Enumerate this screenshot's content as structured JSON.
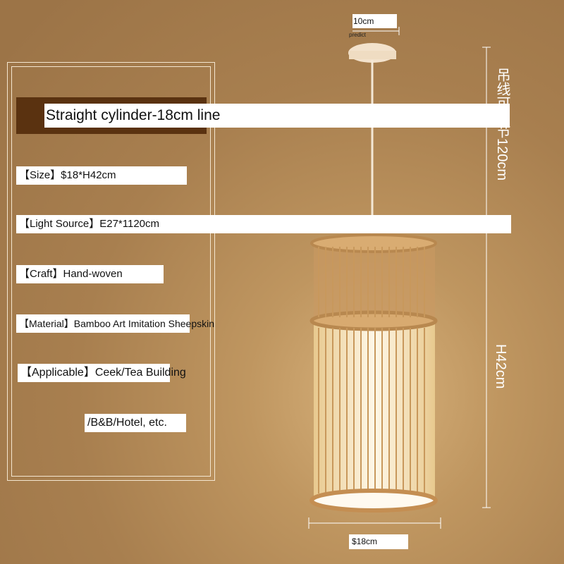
{
  "title": "Straight cylinder-18cm line",
  "specs": [
    "【Size】$18*H42cm",
    "【Light Source】E27*1120cm",
    "【Craft】Hand-woven",
    "【Material】Bamboo Art  Imitation Sheepskin",
    "【Applicable】Ceek/Tea Building",
    "/B&B/Hotel, etc."
  ],
  "dimensions": {
    "canopy_width": "10cm",
    "canopy_note": "predict",
    "cord_length": "吊线可调节120cm",
    "height": "H42cm",
    "diameter": "$18cm"
  }
}
